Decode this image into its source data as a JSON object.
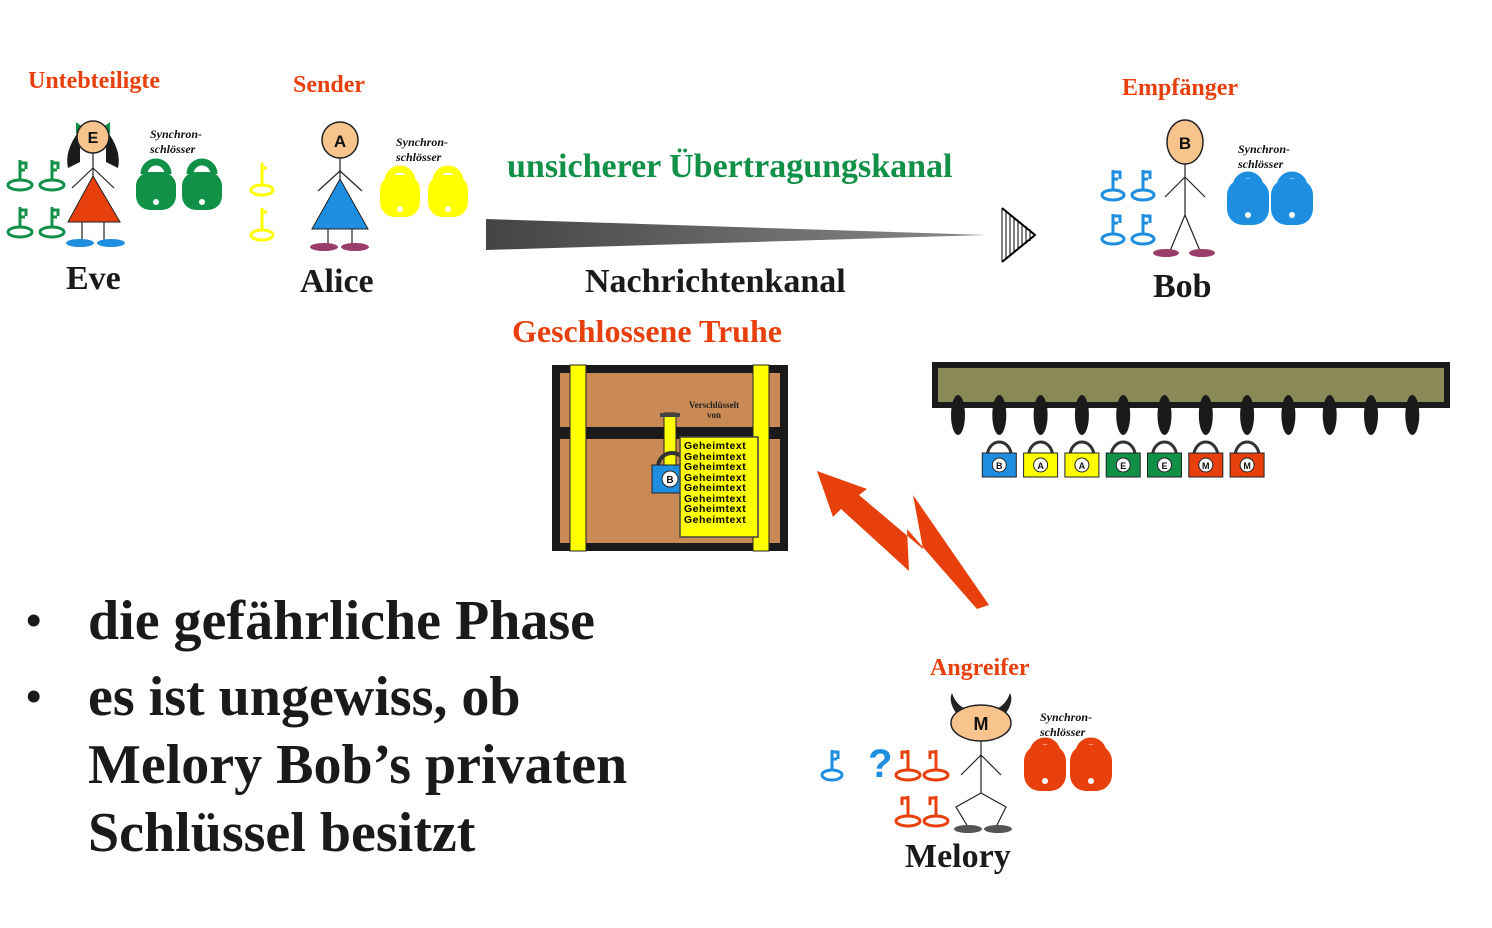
{
  "actors": {
    "eve": {
      "role": "Untebteiligte",
      "name": "Eve",
      "badge": "E",
      "synch": [
        "Synchron-",
        "schlösser"
      ],
      "lock_color": "#119048"
    },
    "alice": {
      "role": "Sender",
      "name": "Alice",
      "badge": "A",
      "synch": [
        "Synchron-",
        "schlösser"
      ],
      "lock_color": "#ffff00"
    },
    "bob": {
      "role": "Empfänger",
      "name": "Bob",
      "badge": "B",
      "synch": [
        "Synchron-",
        "schlösser"
      ],
      "lock_color": "#1e8fe0"
    },
    "melory": {
      "role": "Angreifer",
      "name": "Melory",
      "badge": "M",
      "synch": [
        "Synchron-",
        "schlösser"
      ],
      "lock_color": "#e8400c"
    }
  },
  "channel": {
    "insecure": "unsicherer Übertragungskanal",
    "message": "Nachrichtenkanal"
  },
  "chest": {
    "title": "Geschlossene Truhe",
    "label": [
      "Verschlüsselt",
      "von"
    ],
    "lock_badge": "B",
    "cipher_lines": [
      "Geheimtext",
      "Geheimtext",
      "Geheimtext",
      "Geheimtext",
      "Geheimtext",
      "Geheimtext",
      "Geheimtext",
      "Geheimtext"
    ]
  },
  "rack": {
    "locks": [
      {
        "badge": "B",
        "color": "#1e8fe0"
      },
      {
        "badge": "A",
        "color": "#ffff00"
      },
      {
        "badge": "A",
        "color": "#ffff00"
      },
      {
        "badge": "E",
        "color": "#119048"
      },
      {
        "badge": "E",
        "color": "#119048"
      },
      {
        "badge": "M",
        "color": "#e8400c"
      },
      {
        "badge": "M",
        "color": "#e8400c"
      }
    ]
  },
  "melory_question": "?",
  "bullets": [
    {
      "symbol": "•",
      "lines": [
        "die gefährliche Phase"
      ]
    },
    {
      "symbol": "•",
      "lines": [
        "es ist ungewiss, ob",
        "Melory Bob’s privaten",
        "Schlüssel besitzt"
      ]
    }
  ],
  "colors": {
    "red": "#e8400c",
    "green": "#119048",
    "yellow": "#ffff00",
    "blue": "#1e8fe0",
    "skin": "#f7c48e",
    "chest_wood": "#c98a55",
    "rack": "#8a8a58"
  }
}
